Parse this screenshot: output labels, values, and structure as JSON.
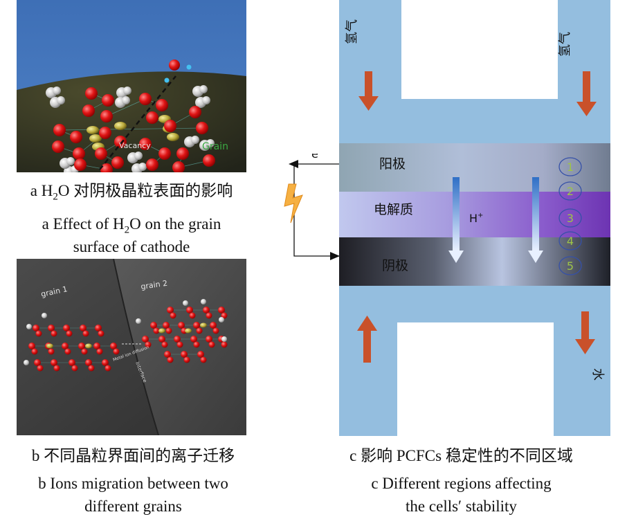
{
  "panel_a": {
    "labels": {
      "vacancy": "Vacancy",
      "grain": "Grain"
    },
    "caption_cn_prefix": "a H",
    "caption_cn_sub": "2",
    "caption_cn_suffix": "O 对阴极晶粒表面的影响",
    "caption_en_prefix": "a Effect of H",
    "caption_en_sub": "2",
    "caption_en_suffix": "O on the grain",
    "caption_en_line2": "surface of cathode"
  },
  "panel_b": {
    "labels": {
      "grain1": "grain 1",
      "grain2": "grain 2",
      "small_label": "Metal ion diffusion",
      "interface": "Interface"
    },
    "caption_cn": "b 不同晶粒界面间的离子迁移",
    "caption_en_line1": "b Ions migration between two",
    "caption_en_line2": "different grains"
  },
  "panel_c": {
    "inlet_left": "氢气",
    "inlet_right": "氢气",
    "outlet_right": "水",
    "electron": "e",
    "electron_sup": "−",
    "proton": "H",
    "proton_sup": "+",
    "anode": "阳极",
    "electrolyte": "电解质",
    "cathode": "阴极",
    "regions": [
      "1",
      "2",
      "3",
      "4",
      "5"
    ],
    "caption_cn": "c 影响 PCFCs 稳定性的不同区域",
    "caption_en_line1": "c Different regions affecting",
    "caption_en_line2": "the cells′ stability"
  },
  "colors": {
    "channel_blue": "#94bedf",
    "flow_arrow": "#c9512a",
    "region_circle": "#3550a8",
    "region_number": "#9ec447",
    "grain_label": "#3aa843",
    "lightning": "#f6b042"
  }
}
